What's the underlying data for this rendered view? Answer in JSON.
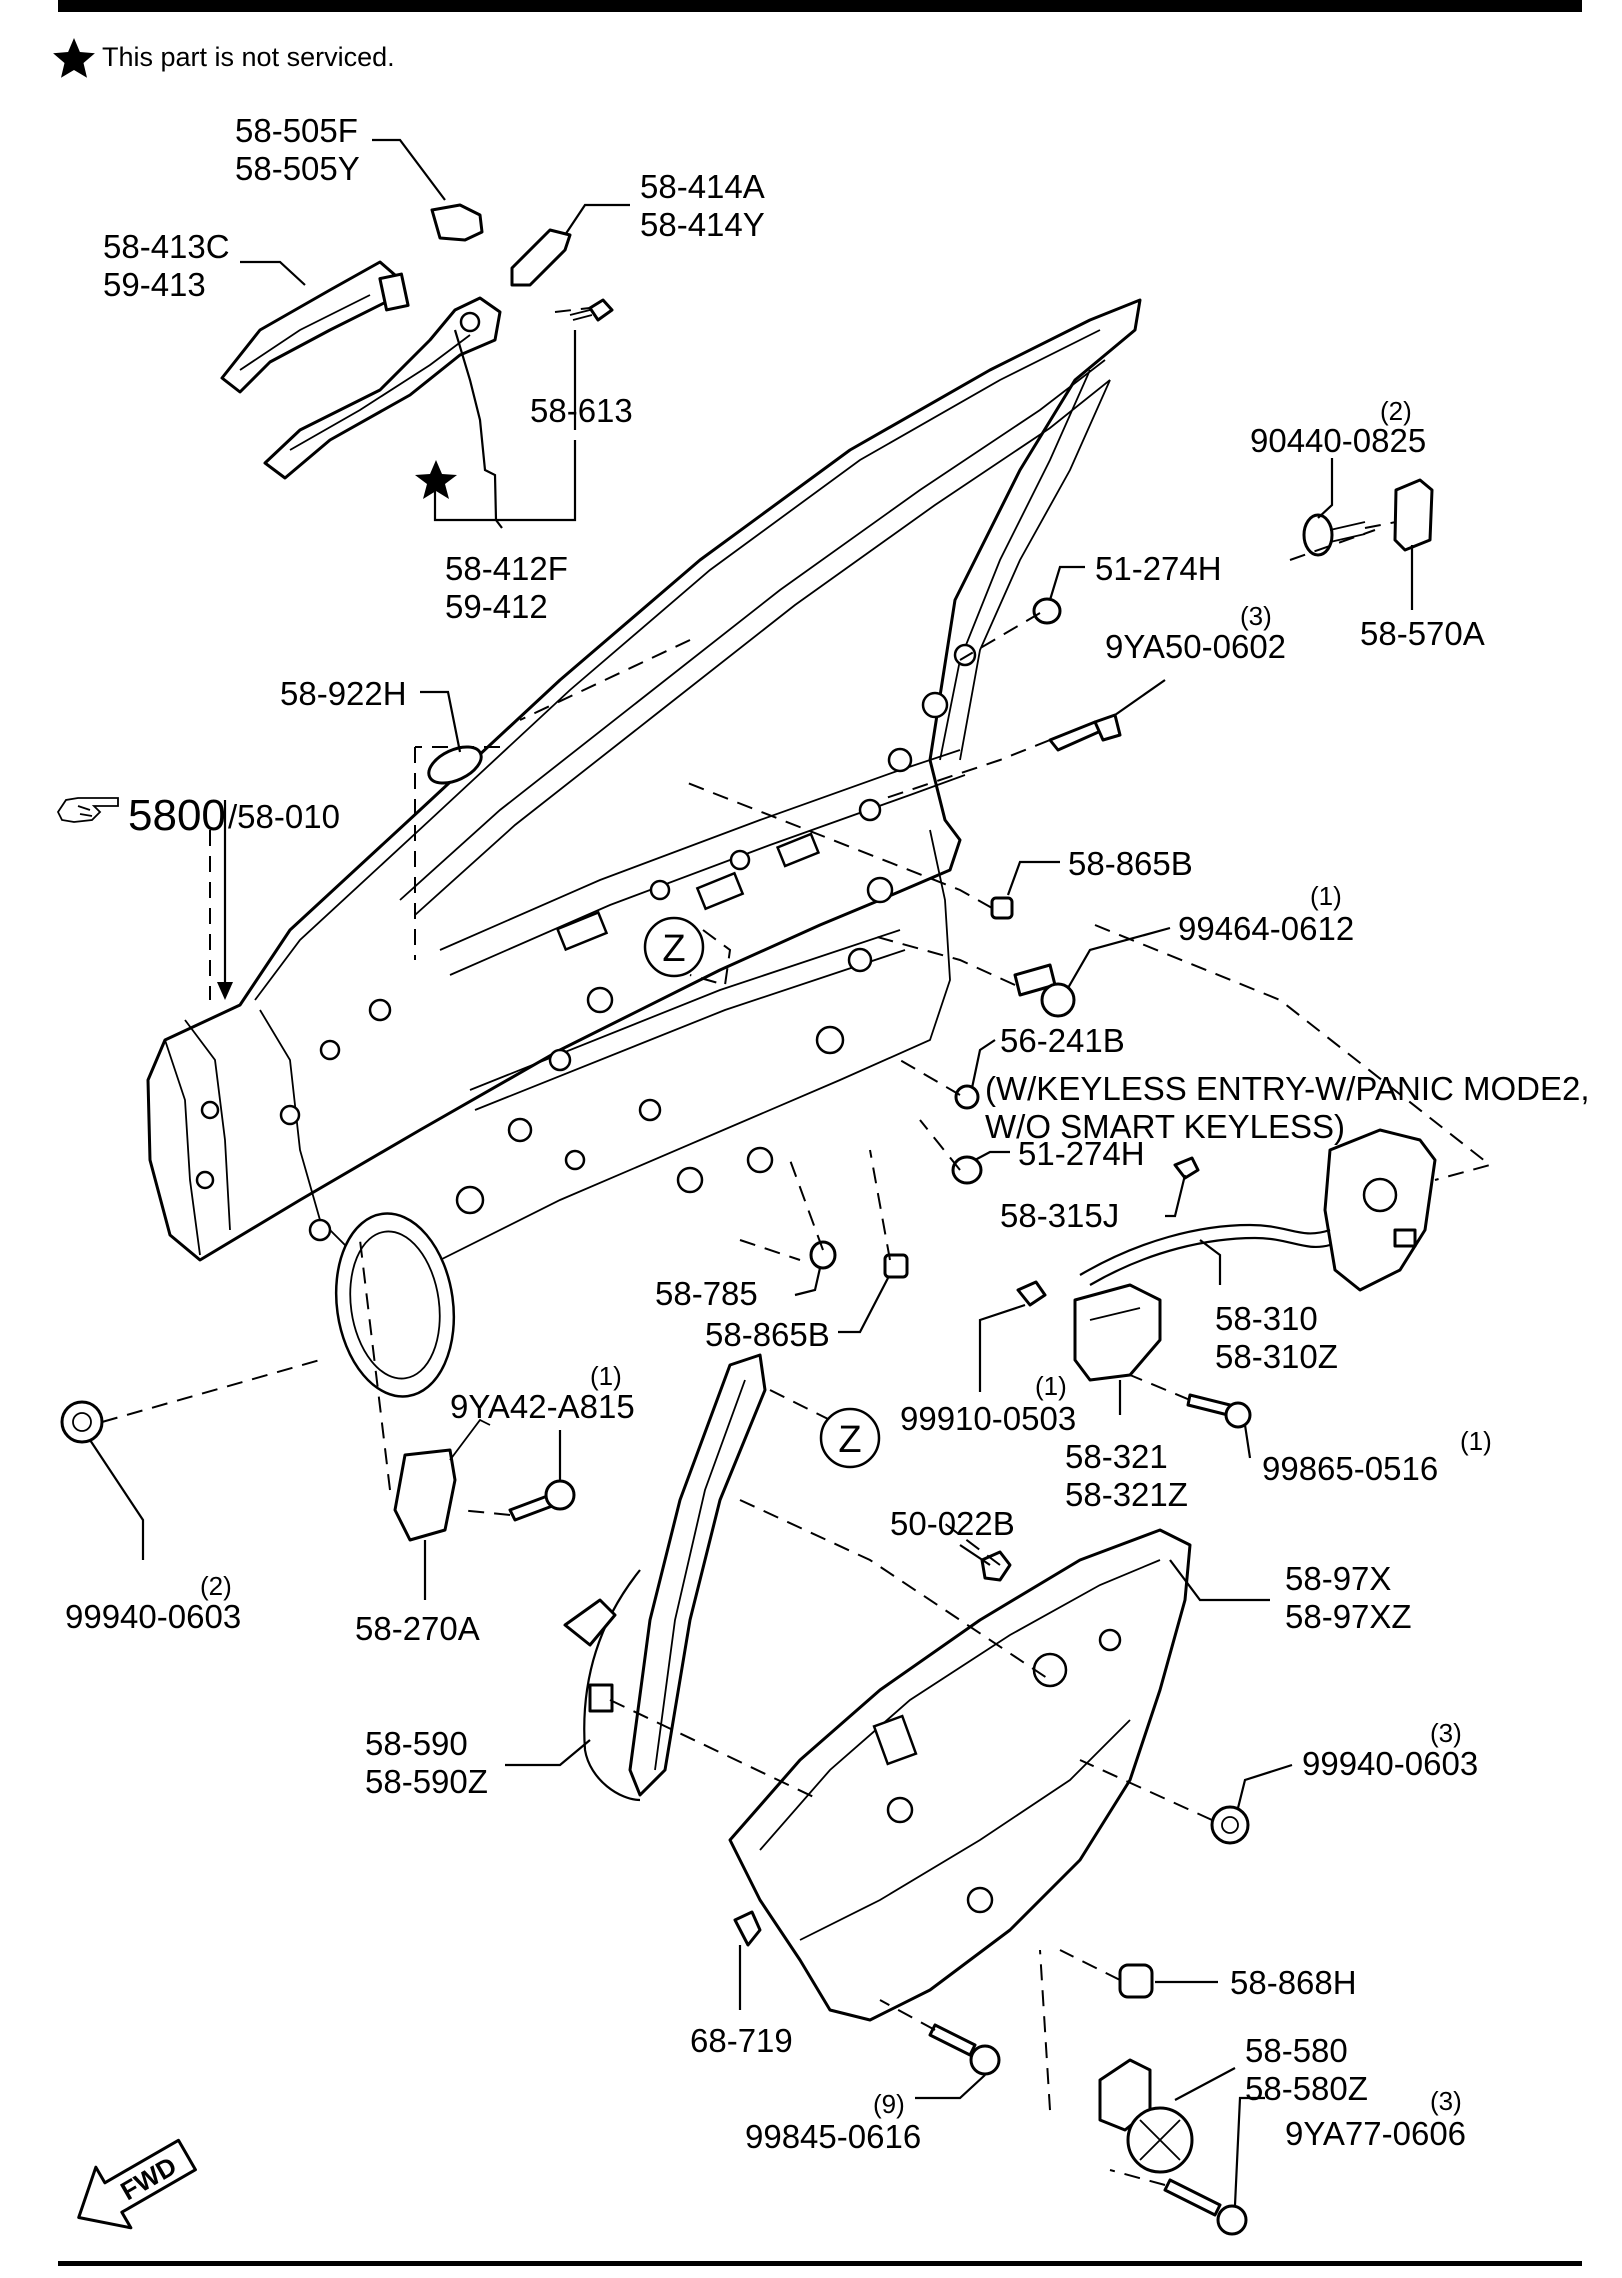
{
  "note": {
    "text": "This part is not serviced."
  },
  "reference": {
    "section": "5800",
    "part": "/58-010"
  },
  "labels": {
    "l_505": [
      "58-505F",
      "58-505Y"
    ],
    "l_414": [
      "58-414A",
      "58-414Y"
    ],
    "l_413": [
      "58-413C",
      "59-413"
    ],
    "l_613": "58-613",
    "l_412": [
      "58-412F",
      "59-412"
    ],
    "l_90440": "90440-0825",
    "l_90440_qty": "(2)",
    "l_570": "58-570A",
    "l_51274a": "51-274H",
    "l_9ya50": "9YA50-0602",
    "l_9ya50_qty": "(3)",
    "l_922": "58-922H",
    "l_865a": "58-865B",
    "l_99464": "99464-0612",
    "l_99464_qty": "(1)",
    "l_56241": "56-241B",
    "l_keyless": [
      "(W/KEYLESS ENTRY-W/PANIC MODE2,",
      "W/O SMART KEYLESS)"
    ],
    "l_51274b": "51-274H",
    "l_315": "58-315J",
    "l_785": "58-785",
    "l_865b": "58-865B",
    "l_310": [
      "58-310",
      "58-310Z"
    ],
    "l_99910": "99910-0503",
    "l_99910_qty": "(1)",
    "l_321": [
      "58-321",
      "58-321Z"
    ],
    "l_99865": "99865-0516",
    "l_99865_qty": "(1)",
    "l_9ya42": "9YA42-A815",
    "l_9ya42_qty": "(1)",
    "l_99940a": "99940-0603",
    "l_99940a_qty": "(2)",
    "l_270": "58-270A",
    "l_50022": "50-022B",
    "l_97x": [
      "58-97X",
      "58-97XZ"
    ],
    "l_590": [
      "58-590",
      "58-590Z"
    ],
    "l_99940b": "99940-0603",
    "l_99940b_qty": "(3)",
    "l_868": "58-868H",
    "l_719": "68-719",
    "l_580": [
      "58-580",
      "58-580Z"
    ],
    "l_99845": "99845-0616",
    "l_99845_qty": "(9)",
    "l_9ya77": "9YA77-0606",
    "l_9ya77_qty": "(3)",
    "z_marker": "Z",
    "fwd": "FWD"
  }
}
